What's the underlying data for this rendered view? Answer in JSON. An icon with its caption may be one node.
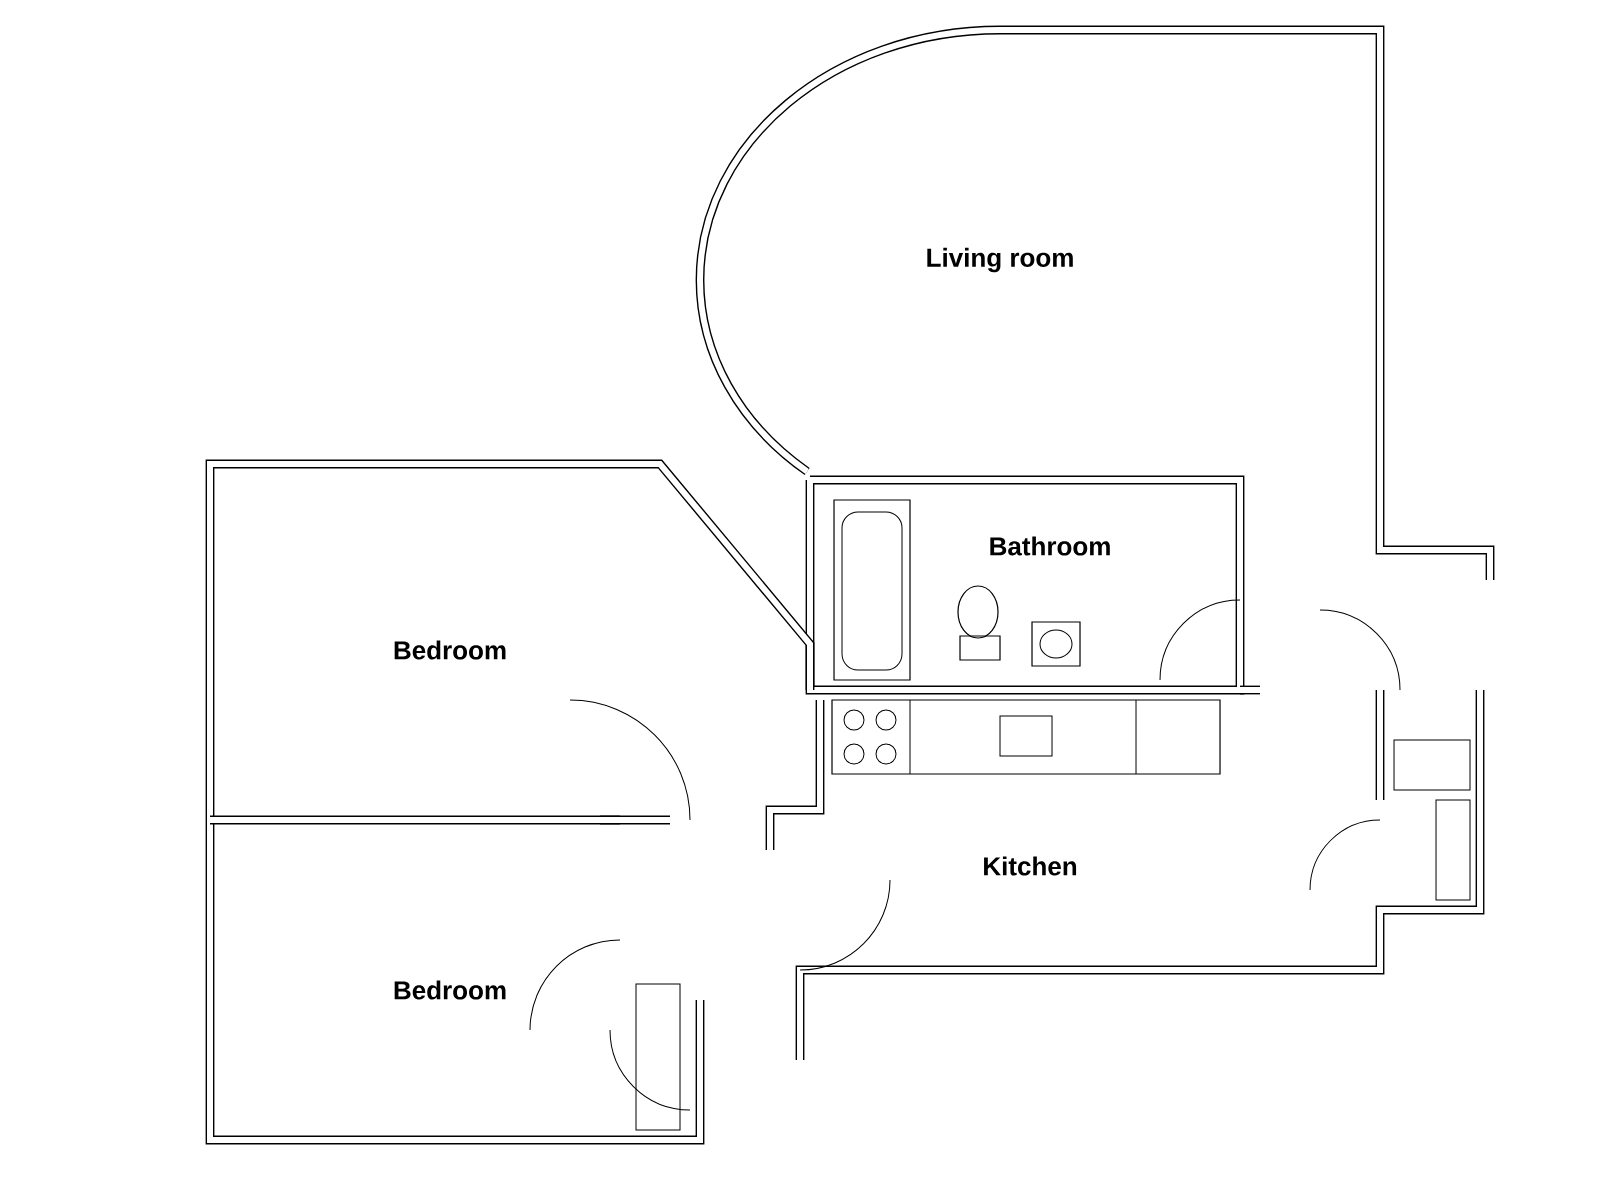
{
  "diagram": {
    "labels": [
      "Living room",
      "Bathroom",
      "Bedroom",
      "Kitchen",
      "Bedroom"
    ]
  }
}
